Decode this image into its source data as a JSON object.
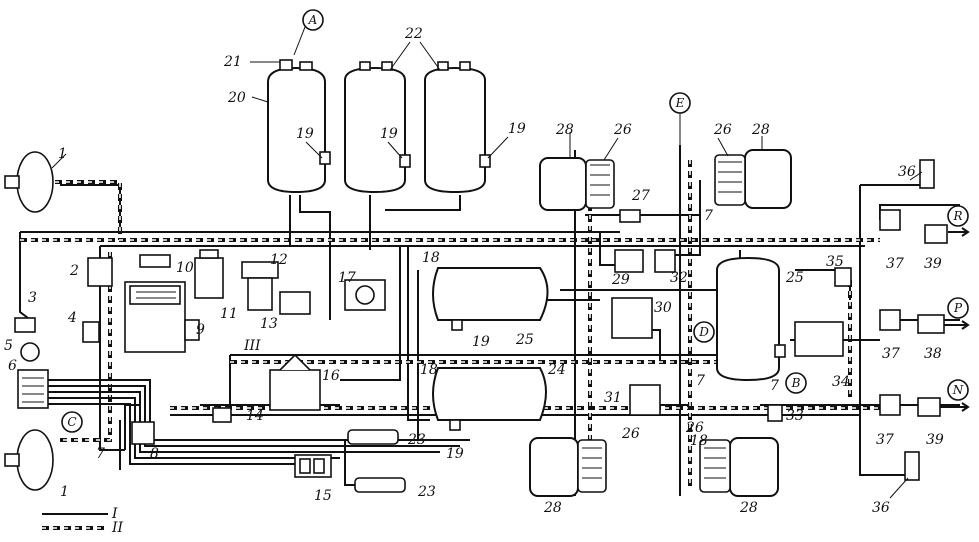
{
  "labels": {
    "l1a": "1",
    "l1b": "1",
    "l2": "2",
    "l3": "3",
    "l4": "4",
    "l5": "5",
    "l6": "6",
    "l7a": "7",
    "l7b": "7",
    "l7c": "7",
    "l7d": "7",
    "l8": "8",
    "l9": "9",
    "l10": "10",
    "l11": "11",
    "l12": "12",
    "l13": "13",
    "l14": "14",
    "l15": "15",
    "l16": "16",
    "l17": "17",
    "l18a": "18",
    "l18b": "18",
    "l18c": "18",
    "l19a": "19",
    "l19b": "19",
    "l19c": "19",
    "l19d": "19",
    "l19e": "19",
    "l20": "20",
    "l21": "21",
    "l22": "22",
    "l23a": "23",
    "l23b": "23",
    "l24": "24",
    "l25a": "25",
    "l25b": "25",
    "l26a": "26",
    "l26b": "26",
    "l26c": "26",
    "l26d": "26",
    "l27": "27",
    "l28a": "28",
    "l28b": "28",
    "l28c": "28",
    "l28d": "28",
    "l29": "29",
    "l30": "30",
    "l31": "31",
    "l32": "32",
    "l33": "33",
    "l34": "34",
    "l35": "35",
    "l36a": "36",
    "l36b": "36",
    "l37a": "37",
    "l37b": "37",
    "l37c": "37",
    "l38": "38",
    "l39a": "39",
    "l39b": "39",
    "roman3": "III"
  },
  "circles": {
    "A": "A",
    "C": "C",
    "E": "E",
    "D": "D",
    "B": "B",
    "R": "R",
    "P": "P",
    "N": "N"
  },
  "legend": {
    "solid": "I",
    "dashed": "II"
  }
}
